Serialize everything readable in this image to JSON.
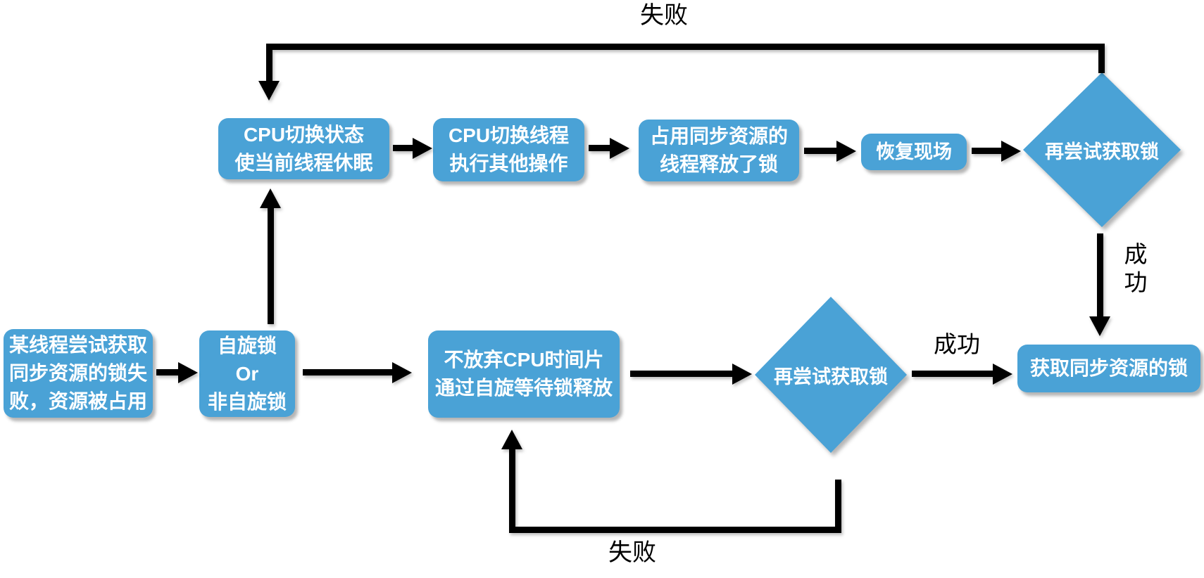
{
  "diagram": {
    "colors": {
      "node_fill": "#4aa2d6",
      "node_text": "#ffffff",
      "arrow": "#000000",
      "label_text": "#000000",
      "background": "#ffffff"
    },
    "nodes": {
      "thread_fail": {
        "lines": [
          "某线程尝试获取",
          "同步资源的锁失",
          "败，资源被占用"
        ]
      },
      "spin_or_nonspin": {
        "lines": [
          "自旋锁",
          "Or",
          "非自旋锁"
        ]
      },
      "keep_cpu_spin_wait": {
        "lines": [
          "不放弃CPU时间片",
          "通过自旋等待锁释放"
        ]
      },
      "retry_lock_bottom": {
        "label": "再尝试获取锁"
      },
      "acquire_sync_lock": {
        "label": "获取同步资源的锁"
      },
      "cpu_switch_state": {
        "lines": [
          "CPU切换状态",
          "使当前线程休眠"
        ]
      },
      "cpu_switch_thread": {
        "lines": [
          "CPU切换线程",
          "执行其他操作"
        ]
      },
      "holder_released_lock": {
        "lines": [
          "占用同步资源的",
          "线程释放了锁"
        ]
      },
      "restore_context": {
        "label": "恢复现场"
      },
      "retry_lock_top": {
        "label": "再尝试获取锁"
      }
    },
    "labels": {
      "fail_top": "失败",
      "fail_bottom": "失败",
      "success_vertical": "成\n功",
      "success_bottom": "成功"
    }
  }
}
